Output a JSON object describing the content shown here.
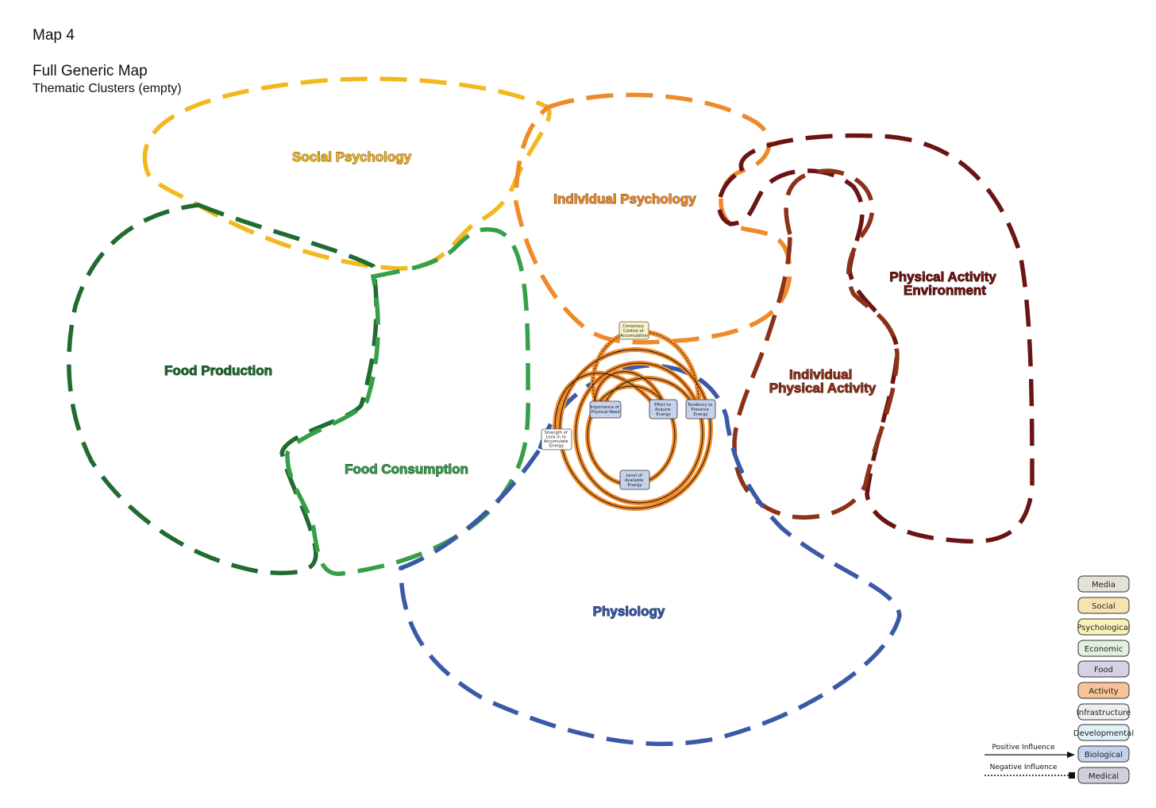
{
  "header": {
    "map_number": "Map 4",
    "title": "Full Generic Map",
    "subtitle": "Thematic Clusters (empty)"
  },
  "clusters": [
    {
      "id": "social-psychology",
      "label": "Social Psychology",
      "color": "#f2b81e"
    },
    {
      "id": "individual-psychology",
      "label": "Individual Psychology",
      "color": "#ef8a2a"
    },
    {
      "id": "physical-activity-environment",
      "label_lines": [
        "Physical Activity",
        "Environment"
      ],
      "color": "#6b1414"
    },
    {
      "id": "individual-physical-activity",
      "label_lines": [
        "Individual",
        "Physical Activity"
      ],
      "color": "#8c3218"
    },
    {
      "id": "food-production",
      "label": "Food Production",
      "color": "#1f6b30"
    },
    {
      "id": "food-consumption",
      "label": "Food Consumption",
      "color": "#36a048"
    },
    {
      "id": "physiology",
      "label": "Physiology",
      "color": "#3a5aa8"
    }
  ],
  "core_nodes": [
    {
      "id": "conscious-control",
      "lines": [
        "Conscious",
        "Control of",
        "Accumulation"
      ]
    },
    {
      "id": "importance-physical-need",
      "lines": [
        "Importance of",
        "Physical Need"
      ]
    },
    {
      "id": "effort-acquire-energy",
      "lines": [
        "Effort to",
        "Acquire",
        "Energy"
      ]
    },
    {
      "id": "tendency-preserve-energy",
      "lines": [
        "Tendency to",
        "Preserve",
        "Energy"
      ]
    },
    {
      "id": "strength-lock-in",
      "lines": [
        "Strength of",
        "Lock-in to",
        "Accumulate",
        "Energy"
      ]
    },
    {
      "id": "level-available-energy",
      "lines": [
        "Level of",
        "Available",
        "Energy"
      ]
    }
  ],
  "legend": {
    "categories": [
      {
        "label": "Media",
        "color": "#e4e2d6"
      },
      {
        "label": "Social",
        "color": "#f6e4b0"
      },
      {
        "label": "Psychological",
        "color": "#f9f2b8"
      },
      {
        "label": "Economic",
        "color": "#e4f0de"
      },
      {
        "label": "Food",
        "color": "#d8d0e6"
      },
      {
        "label": "Activity",
        "color": "#f6c496"
      },
      {
        "label": "Infrastructure",
        "color": "#eeeeee"
      },
      {
        "label": "Developmental",
        "color": "#dff0f6"
      },
      {
        "label": "Biological",
        "color": "#c4d2ec"
      },
      {
        "label": "Medical",
        "color": "#cfd0dc"
      }
    ],
    "positive_influence": "Positive Influence",
    "negative_influence": "Negative Influence"
  }
}
